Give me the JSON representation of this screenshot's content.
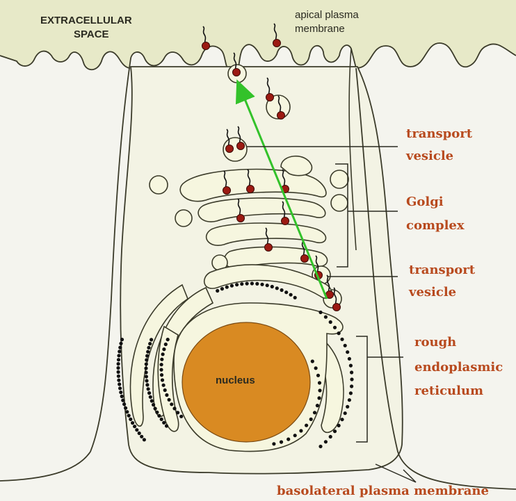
{
  "labels": {
    "extracellular_space_1": "EXTRACELLULAR",
    "extracellular_space_2": "SPACE",
    "apical_membrane_1": "apical plasma",
    "apical_membrane_2": "membrane",
    "transport_vesicle_top_1": "transport",
    "transport_vesicle_top_2": "vesicle",
    "golgi_1": "Golgi",
    "golgi_2": "complex",
    "transport_vesicle_bottom_1": "transport",
    "transport_vesicle_bottom_2": "vesicle",
    "rer_1": "rough",
    "rer_2": "endoplasmic",
    "rer_3": "reticulum",
    "nucleus": "nucleus",
    "basolateral_membrane": "basolateral plasma membrane"
  },
  "colors": {
    "background": "#f4f4ee",
    "extracellular": "#e7e9c8",
    "cell": "#f3f3e4",
    "organelle": "#f6f6df",
    "nucleus": "#d98a22",
    "label_red": "#b84a1e",
    "arrow": "#33c22a",
    "protein": "#9c1a12",
    "ribosome": "#111111"
  }
}
